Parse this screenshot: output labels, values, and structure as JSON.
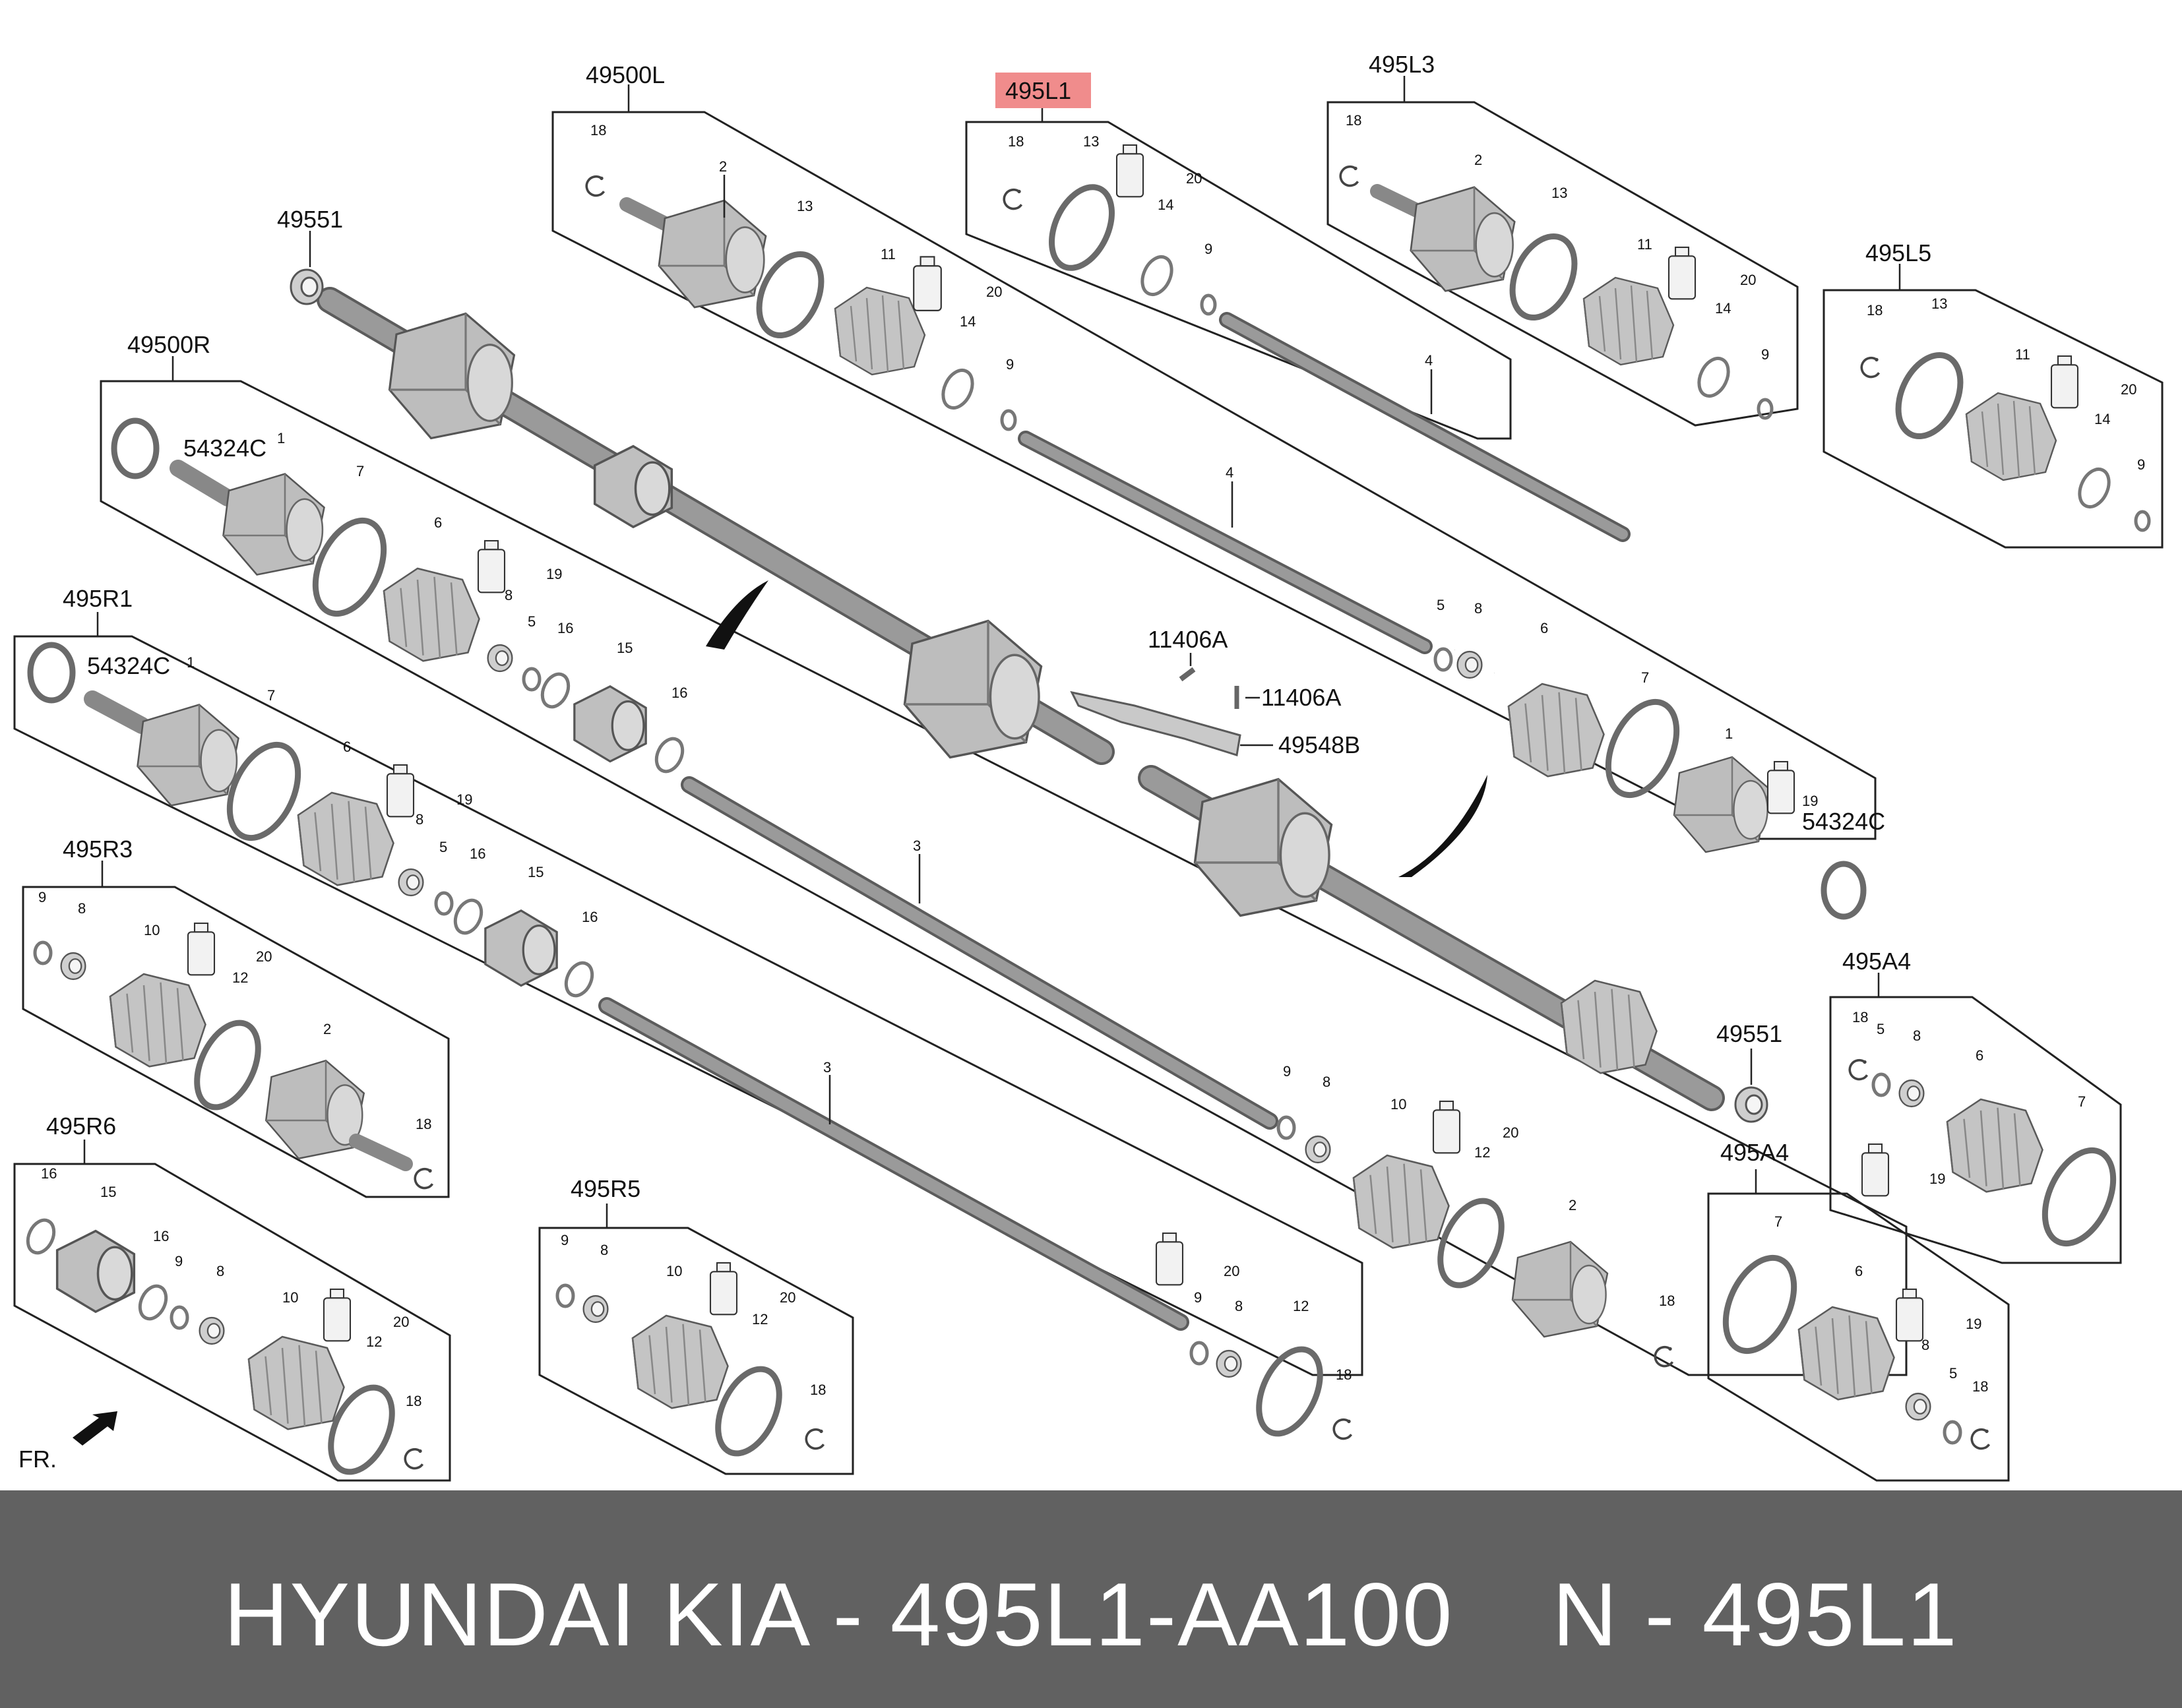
{
  "diagram": {
    "groups": {
      "g49500L": "49500L",
      "g495L1": "495L1",
      "g495L3": "495L3",
      "g495L5": "495L5",
      "g49500R": "49500R",
      "g495R1": "495R1",
      "g495R3": "495R3",
      "g495R6": "495R6",
      "g495R5": "495R5",
      "g495A4a": "495A4",
      "g495A4b": "495A4"
    },
    "parts": {
      "p49551a": "49551",
      "p49551b": "49551",
      "p54324C": "54324C",
      "p11406A": "11406A",
      "p49548B": "49548B"
    },
    "numbers": {
      "n1": "1",
      "n2": "2",
      "n3": "3",
      "n4": "4",
      "n5": "5",
      "n6": "6",
      "n7": "7",
      "n8": "8",
      "n9": "9",
      "n10": "10",
      "n11": "11",
      "n12": "12",
      "n13": "13",
      "n14": "14",
      "n15": "15",
      "n16": "16",
      "n18": "18",
      "n19": "19",
      "n20": "20"
    },
    "front_label": "FR.",
    "highlight_color": "#f08c8c"
  },
  "footer": {
    "brand": "HYUNDAI KIA - 495L1-AA100",
    "code": "N - 495L1"
  }
}
